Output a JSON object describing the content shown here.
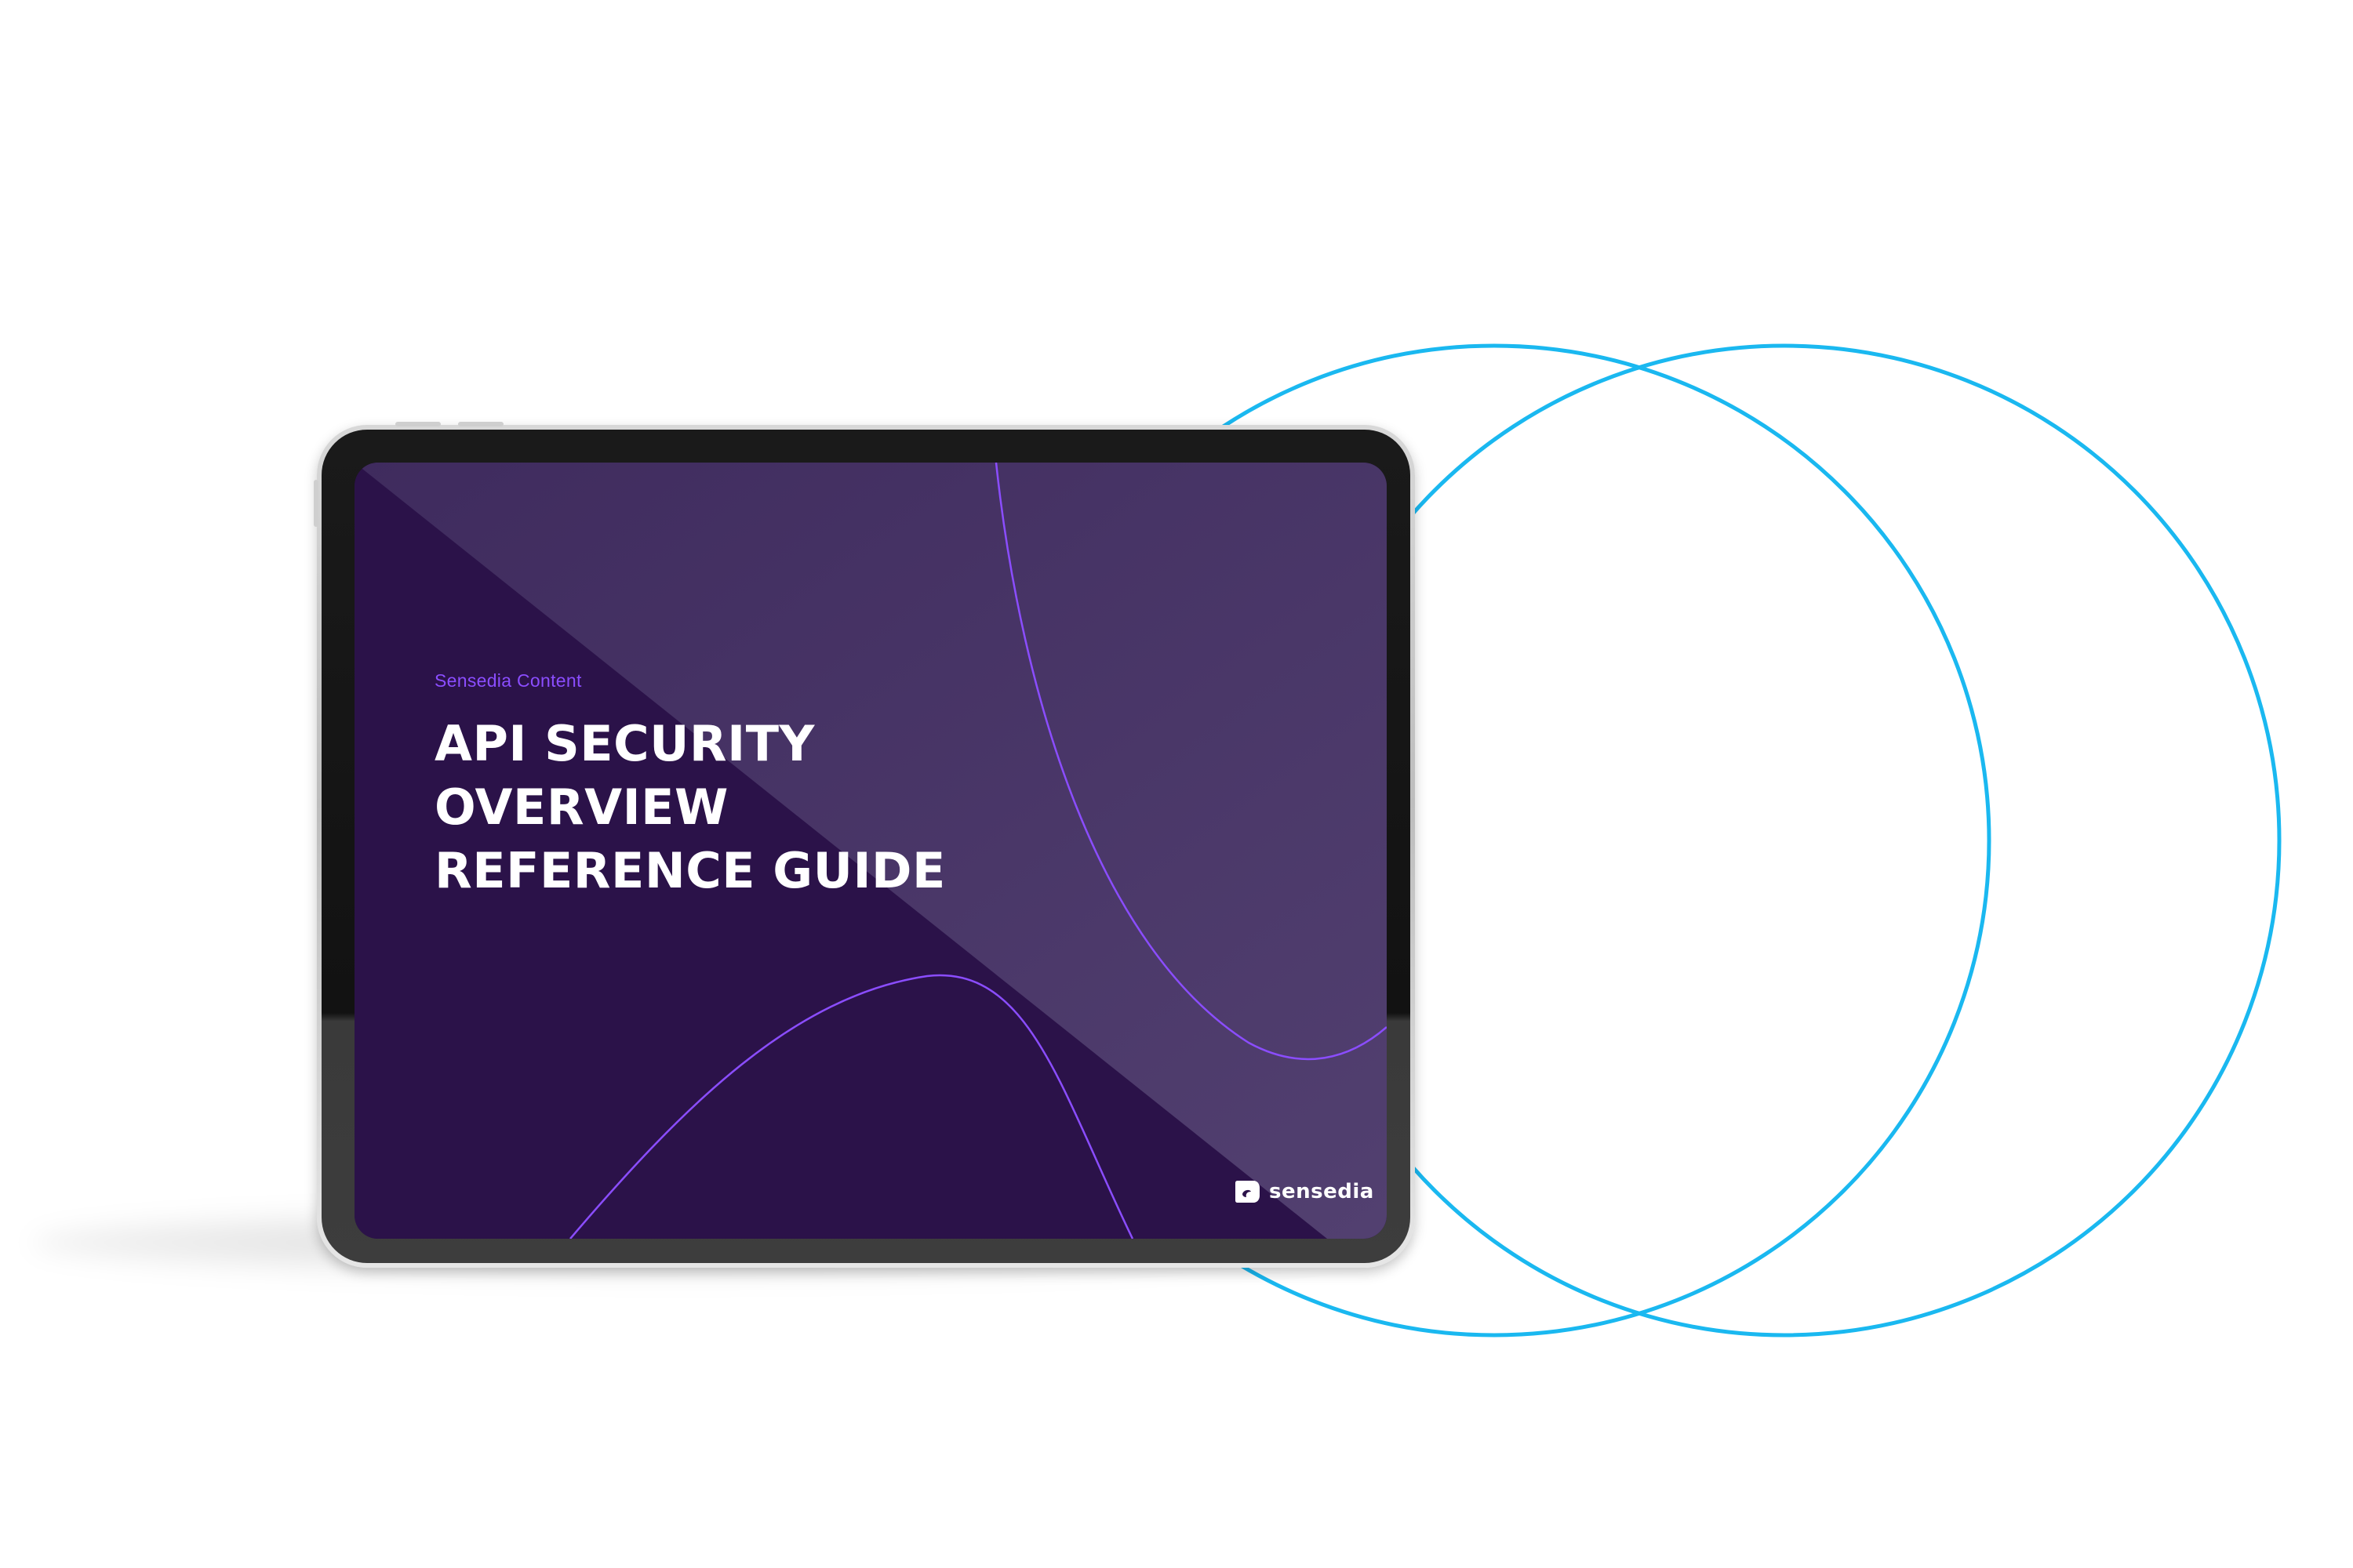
{
  "cover": {
    "eyebrow": "Sensedia Content",
    "title_lines": [
      "API SECURITY",
      "OVERVIEW",
      "REFERENCE GUIDE"
    ]
  },
  "brand": {
    "logo_text": "sensedia"
  },
  "colors": {
    "background": "#ffffff",
    "circle_stroke": "#1ab8f0",
    "screen_dark": "#2b1249",
    "screen_light": "#4e3b6a",
    "accent_purple": "#8b4dff",
    "text_white": "#ffffff"
  },
  "icons": {
    "logo_mark": "sensedia-logo-icon"
  }
}
